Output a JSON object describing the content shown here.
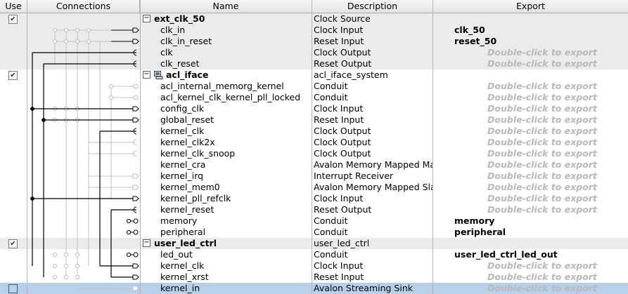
{
  "header": {
    "use": "Use",
    "connections": "Connections",
    "name": "Name",
    "description": "Description",
    "export": "Export"
  },
  "rows": [
    {
      "name": "ext_clk_50",
      "description": "Clock Source",
      "export": "",
      "is_module": true,
      "checked": true
    },
    {
      "name": "clk_in",
      "description": "Clock Input",
      "export": "clk_50"
    },
    {
      "name": "clk_in_reset",
      "description": "Reset Input",
      "export": "reset_50"
    },
    {
      "name": "clk",
      "description": "Clock Output",
      "export_hint": "Double-click to export"
    },
    {
      "name": "clk_reset",
      "description": "Reset Output",
      "export_hint": "Double-click to export"
    },
    {
      "name": "acl_iface",
      "description": "acl_iface_system",
      "export": "",
      "is_module": true,
      "checked": true,
      "has_icon": true
    },
    {
      "name": "acl_internal_memorg_kernel",
      "description": "Conduit",
      "export_hint": "Double-click to export"
    },
    {
      "name": "acl_kernel_clk_kernel_pll_locked",
      "description": "Conduit",
      "export_hint": "Double-click to export"
    },
    {
      "name": "config_clk",
      "description": "Clock Input",
      "export_hint": "Double-click to export"
    },
    {
      "name": "global_reset",
      "description": "Reset Input",
      "export_hint": "Double-click to export"
    },
    {
      "name": "kernel_clk",
      "description": "Clock Output",
      "export_hint": "Double-click to export"
    },
    {
      "name": "kernel_clk2x",
      "description": "Clock Output",
      "export_hint": "Double-click to export"
    },
    {
      "name": "kernel_clk_snoop",
      "description": "Clock Output",
      "export_hint": "Double-click to export"
    },
    {
      "name": "kernel_cra",
      "description": "Avalon Memory Mapped Master",
      "export_hint": "Double-click to export"
    },
    {
      "name": "kernel_irq",
      "description": "Interrupt Receiver",
      "export_hint": "Double-click to export"
    },
    {
      "name": "kernel_mem0",
      "description": "Avalon Memory Mapped Slave",
      "export_hint": "Double-click to export"
    },
    {
      "name": "kernel_pll_refclk",
      "description": "Clock Input",
      "export_hint": "Double-click to export"
    },
    {
      "name": "kernel_reset",
      "description": "Reset Output",
      "export_hint": "Double-click to export"
    },
    {
      "name": "memory",
      "description": "Conduit",
      "export": "memory"
    },
    {
      "name": "peripheral",
      "description": "Conduit",
      "export": "peripheral"
    },
    {
      "name": "user_led_ctrl",
      "description": "user_led_ctrl",
      "export": "",
      "is_module": true,
      "checked": true
    },
    {
      "name": "led_out",
      "description": "Conduit",
      "export": "user_led_ctrl_led_out"
    },
    {
      "name": "kernel_clk",
      "description": "Clock Input",
      "export_hint": "Double-click to export"
    },
    {
      "name": "kernel_xrst",
      "description": "Reset Input",
      "export_hint": "Double-click to export"
    },
    {
      "name": "kernel_in",
      "description": "Avalon Streaming Sink",
      "export_hint": "Double-click to export",
      "selected": true
    }
  ],
  "colors": {
    "module_row_bg": "#ebebeb",
    "selected_row_bg": "#b8cfe8",
    "hint_text": "#b9b9b9",
    "active_wire": "#000000",
    "inactive_wire": "#c0c0c0"
  },
  "icons": {
    "expand": "minus-box-icon",
    "module": "subsystem-icon",
    "check": "checkmark-icon"
  },
  "expand_glyph": "−",
  "check_glyph": "✔"
}
